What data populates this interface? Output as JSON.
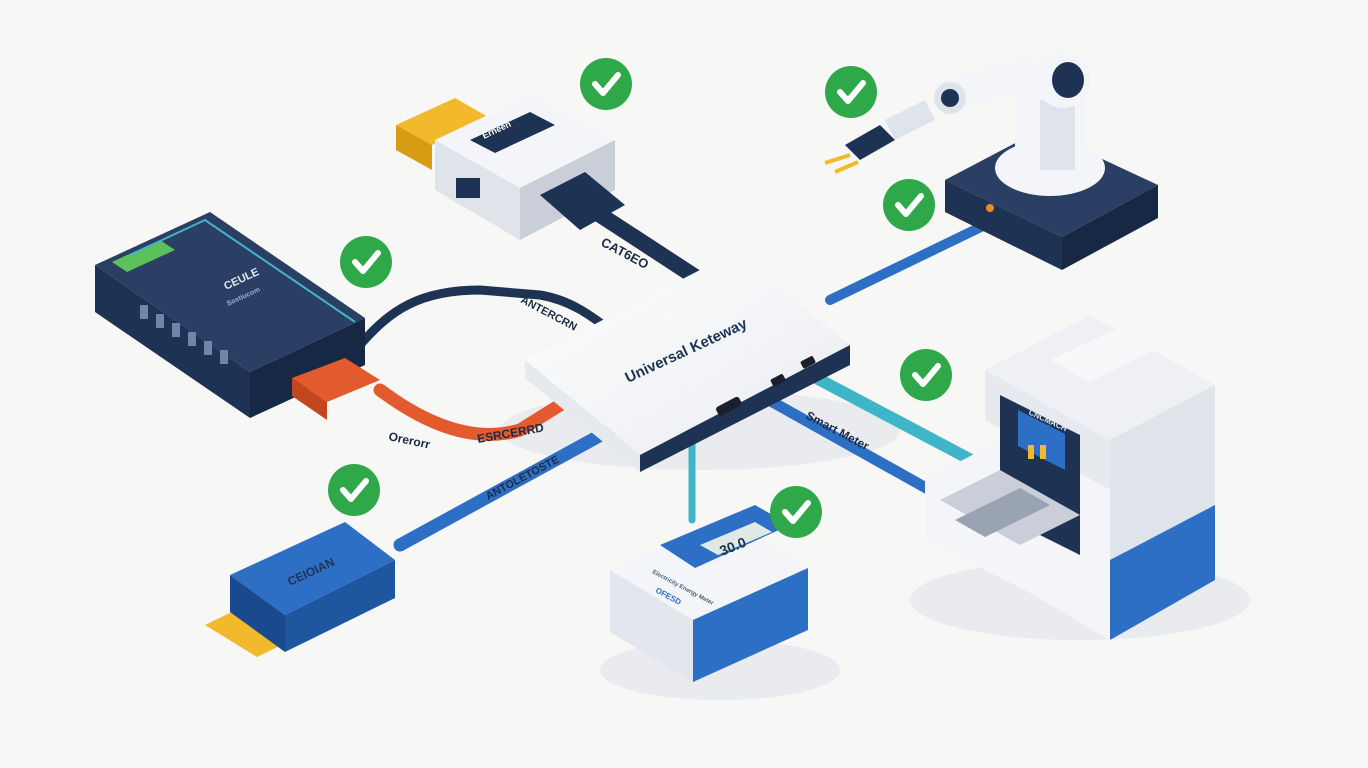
{
  "gateway": {
    "title": "Universal Keteway"
  },
  "cables": {
    "top": "CAT6EO",
    "plc_dark": "ANTERCRN",
    "plc_orange_1": "Orerorr",
    "plc_orange_2": "ESRCERRD",
    "usb": "ANTOLETOSTE",
    "smart_meter": "Smart Meter"
  },
  "devices": {
    "plc": {
      "label": "CEULE",
      "sublabel": "Sostiucom"
    },
    "ethernet_adapter": {
      "label": "Erneen"
    },
    "usb_stick": {
      "label": "CEIOIAN"
    },
    "meter": {
      "display": "30.0",
      "line1": "Electricity Energy Meter",
      "line2": "OFESD"
    },
    "cnc_machine": {
      "label": "CNCMACH"
    }
  },
  "status": {
    "icon": "check-circle-icon",
    "color": "#2fa84a",
    "count": 7
  },
  "colors": {
    "navy": "#1e3354",
    "blue": "#2d6fc4",
    "teal": "#3fb6c8",
    "orange": "#e35a2e",
    "yellow": "#f3b92c",
    "gray": "#e6e9ee"
  }
}
